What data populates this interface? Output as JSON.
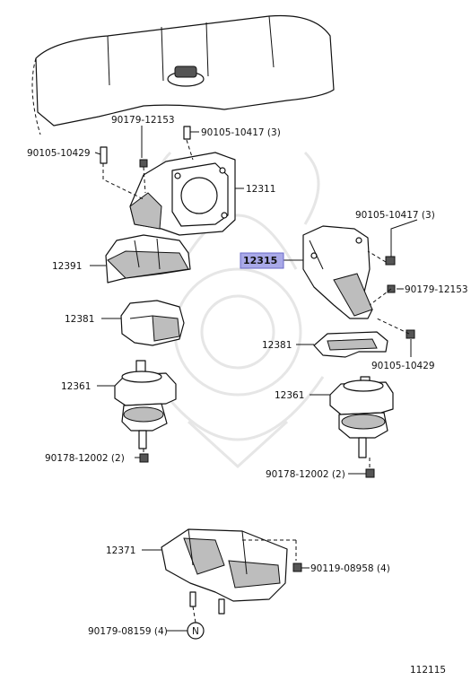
{
  "diagram_number": "112115",
  "highlight_color": "#a9a9e8",
  "callouts": {
    "c90179_12153_top": "90179-12153",
    "c90105_10417_top": "90105-10417 (3)",
    "c90105_10429_left": "90105-10429",
    "c12311": "12311",
    "c12391": "12391",
    "c12381_left": "12381",
    "c12361_left": "12361",
    "c90178_12002_left": "90178-12002 (2)",
    "c90105_10417_right": "90105-10417 (3)",
    "c12315": "12315",
    "c90179_12153_right": "90179-12153",
    "c12381_right": "12381",
    "c90105_10429_right": "90105-10429",
    "c12361_right": "12361",
    "c90178_12002_right": "90178-12002 (2)",
    "c12371": "12371",
    "c90119_08958": "90119-08958 (4)",
    "c90179_08159": "90179-08159 (4)",
    "n_marker": "N"
  }
}
